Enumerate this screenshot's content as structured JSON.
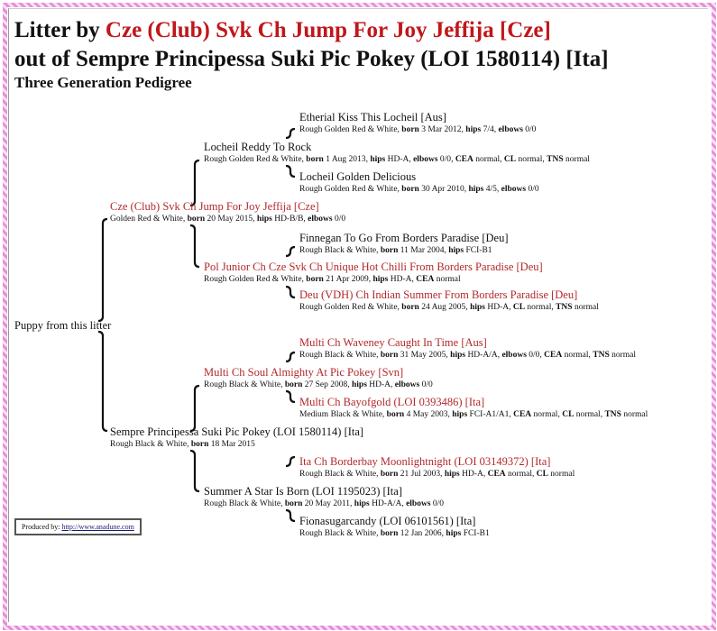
{
  "title": {
    "line1_prefix": "Litter by ",
    "line1_sire": "Cze (Club) Svk Ch Jump For Joy Jeffija [Cze]",
    "line2": "out of Sempre Principessa Suki Pic Pokey (LOI 1580114) [Ita]",
    "subtitle": "Three Generation Pedigree"
  },
  "puppy": "Puppy from this litter",
  "dogs": [
    {
      "id": "sire",
      "name": "Cze (Club) Svk Ch Jump For Joy Jeffija [Cze]",
      "champ": true,
      "details": [
        [
          "",
          "Golden Red & White"
        ],
        [
          "born",
          "20 May 2015"
        ],
        [
          "hips",
          "HD-B/B"
        ],
        [
          "elbows",
          "0/0"
        ]
      ]
    },
    {
      "id": "sire-sire",
      "name": "Locheil Reddy To Rock",
      "champ": false,
      "details": [
        [
          "",
          "Rough Golden Red & White"
        ],
        [
          "born",
          "1 Aug 2013"
        ],
        [
          "hips",
          "HD-A"
        ],
        [
          "elbows",
          "0/0"
        ],
        [
          "CEA",
          "normal"
        ],
        [
          "CL",
          "normal"
        ],
        [
          "TNS",
          "normal"
        ]
      ]
    },
    {
      "id": "sire-sire-sire",
      "name": "Etherial Kiss This Locheil [Aus]",
      "champ": false,
      "details": [
        [
          "",
          "Rough Golden Red & White"
        ],
        [
          "born",
          "3 Mar 2012"
        ],
        [
          "hips",
          "7/4"
        ],
        [
          "elbows",
          "0/0"
        ]
      ]
    },
    {
      "id": "sire-sire-dam",
      "name": "Locheil Golden Delicious",
      "champ": false,
      "details": [
        [
          "",
          "Rough Golden Red & White"
        ],
        [
          "born",
          "30 Apr 2010"
        ],
        [
          "hips",
          "4/5"
        ],
        [
          "elbows",
          "0/0"
        ]
      ]
    },
    {
      "id": "sire-dam",
      "name": "Pol Junior Ch Cze Svk Ch Unique Hot Chilli From Borders Paradise [Deu]",
      "champ": true,
      "details": [
        [
          "",
          "Rough Golden Red & White"
        ],
        [
          "born",
          "21 Apr 2009"
        ],
        [
          "hips",
          "HD-A"
        ],
        [
          "CEA",
          "normal"
        ]
      ]
    },
    {
      "id": "sire-dam-sire",
      "name": "Finnegan To Go From Borders Paradise [Deu]",
      "champ": false,
      "details": [
        [
          "",
          "Rough Black & White"
        ],
        [
          "born",
          "11 Mar 2004"
        ],
        [
          "hips",
          "FCI-B1"
        ]
      ]
    },
    {
      "id": "sire-dam-dam",
      "name": "Deu (VDH) Ch Indian Summer From Borders Paradise [Deu]",
      "champ": true,
      "details": [
        [
          "",
          "Rough Golden Red & White"
        ],
        [
          "born",
          "24 Aug 2005"
        ],
        [
          "hips",
          "HD-A"
        ],
        [
          "CL",
          "normal"
        ],
        [
          "TNS",
          "normal"
        ]
      ]
    },
    {
      "id": "dam",
      "name": "Sempre Principessa Suki Pic Pokey (LOI 1580114) [Ita]",
      "champ": false,
      "details": [
        [
          "",
          "Rough Black & White"
        ],
        [
          "born",
          "18 Mar 2015"
        ]
      ]
    },
    {
      "id": "dam-sire",
      "name": "Multi Ch Soul Almighty At Pic Pokey [Svn]",
      "champ": true,
      "details": [
        [
          "",
          "Rough Black & White"
        ],
        [
          "born",
          "27 Sep 2008"
        ],
        [
          "hips",
          "HD-A"
        ],
        [
          "elbows",
          "0/0"
        ]
      ]
    },
    {
      "id": "dam-sire-sire",
      "name": "Multi Ch Waveney Caught In Time [Aus]",
      "champ": true,
      "details": [
        [
          "",
          "Rough Black & White"
        ],
        [
          "born",
          "31 May 2005"
        ],
        [
          "hips",
          "HD-A/A"
        ],
        [
          "elbows",
          "0/0"
        ],
        [
          "CEA",
          "normal"
        ],
        [
          "TNS",
          "normal"
        ]
      ]
    },
    {
      "id": "dam-sire-dam",
      "name": "Multi Ch Bayofgold (LOI 0393486) [Ita]",
      "champ": true,
      "details": [
        [
          "",
          "Medium Black & White"
        ],
        [
          "born",
          "4 May 2003"
        ],
        [
          "hips",
          "FCI-A1/A1"
        ],
        [
          "CEA",
          "normal"
        ],
        [
          "CL",
          "normal"
        ],
        [
          "TNS",
          "normal"
        ]
      ]
    },
    {
      "id": "dam-dam",
      "name": "Summer A Star Is Born (LOI 1195023) [Ita]",
      "champ": false,
      "details": [
        [
          "",
          "Rough Black & White"
        ],
        [
          "born",
          "20 May 2011"
        ],
        [
          "hips",
          "HD-A/A"
        ],
        [
          "elbows",
          "0/0"
        ]
      ]
    },
    {
      "id": "dam-dam-sire",
      "name": "Ita Ch Borderbay Moonlightnight (LOI 03149372) [Ita]",
      "champ": true,
      "details": [
        [
          "",
          "Rough Black & White"
        ],
        [
          "born",
          "21 Jul 2003"
        ],
        [
          "hips",
          "HD-A"
        ],
        [
          "CEA",
          "normal"
        ],
        [
          "CL",
          "normal"
        ]
      ]
    },
    {
      "id": "dam-dam-dam",
      "name": "Fionasugarcandy (LOI 06101561) [Ita]",
      "champ": false,
      "details": [
        [
          "",
          "Rough Black & White"
        ],
        [
          "born",
          "12 Jan 2006"
        ],
        [
          "hips",
          "FCI-B1"
        ]
      ]
    }
  ],
  "footer": {
    "label": "Produced by: ",
    "link": "http://www.anadune.com"
  },
  "colors": {
    "champion": "#b2282b",
    "border": "#e58fdc"
  }
}
